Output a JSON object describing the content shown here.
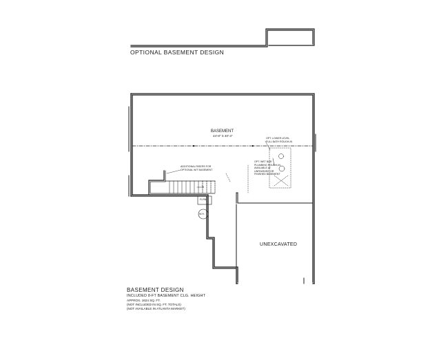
{
  "optional_title": "OPTIONAL BASEMENT DESIGN",
  "room": {
    "name": "BASEMENT",
    "dimensions": "44'-8\" X 40'-4\""
  },
  "unexcavated_label": "UNEXCAVATED",
  "notes": {
    "risers": "ADDITIONAL RISERS FOR\nOPTIONAL W/T BASEMENT",
    "wet_bar": "OPT. WET BAR\nPLUMBING ROUGH-IN\nAVAILABLE w/\nUNFINISHED OR\nFINISHED BASEMENT",
    "bath": "OPT. LOWER LEVEL\nFULL BATH ROUGH-IN",
    "flrn": "FLRN.",
    "wh": "W.H."
  },
  "title_block": {
    "title": "BASEMENT DESIGN",
    "subtitle": "INCLUDED 8-FT BASEMENT CLG. HEIGHT",
    "line1": "APPROX. 1624 SQ. FT.",
    "line2": "(NOT INCLUDED IN SQ. FT. TOTALS)",
    "line3": "(NOT AVAILABLE IN ATLANTA MARKET)"
  }
}
